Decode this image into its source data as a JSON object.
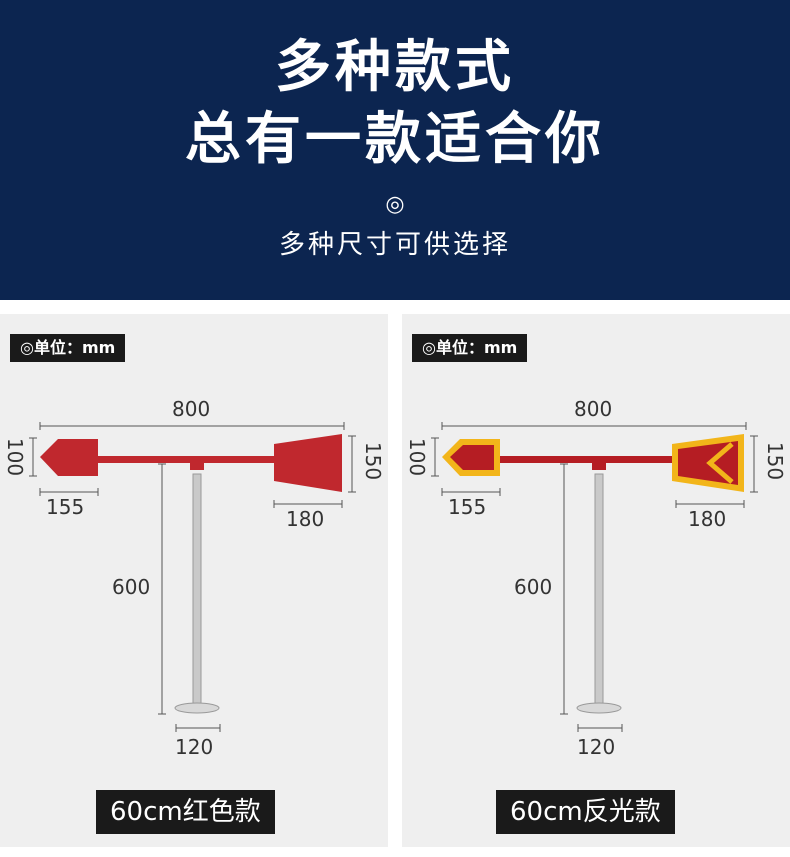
{
  "header": {
    "title_line1": "多种款式",
    "title_line2": "总有一款适合你",
    "symbol": "◎",
    "subtitle": "多种尺寸可供选择"
  },
  "panels": [
    {
      "unit_label": "◎单位：mm",
      "dimensions": {
        "width": "800",
        "left_height": "100",
        "left_length": "155",
        "right_height": "150",
        "right_length": "180",
        "pole_height": "600",
        "base": "120"
      },
      "name": "60cm红色款",
      "colors": {
        "flag": "#c0282e",
        "border": "#c0282e",
        "pole": "#c9c9c9"
      }
    },
    {
      "unit_label": "◎单位：mm",
      "dimensions": {
        "width": "800",
        "left_height": "100",
        "left_length": "155",
        "right_height": "150",
        "right_length": "180",
        "pole_height": "600",
        "base": "120"
      },
      "name": "60cm反光款",
      "colors": {
        "flag": "#b51d23",
        "border": "#f2b51a",
        "pole": "#c9c9c9"
      }
    }
  ]
}
